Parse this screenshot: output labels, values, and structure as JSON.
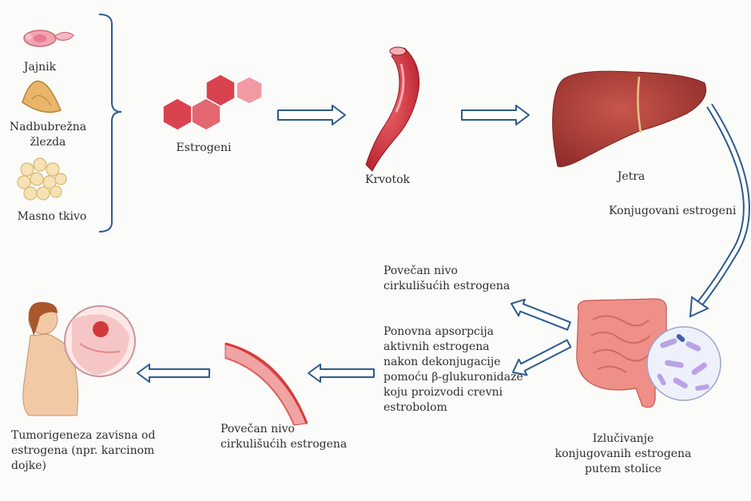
{
  "sources": {
    "ovary": "Jajnik",
    "adrenal": "Nadbubrežna\nžlezda",
    "adipose": "Masno tkivo"
  },
  "estrogen_label": "Estrogeni",
  "blood_label": "Krvotok",
  "liver_label": "Jetra",
  "conjugated_label": "Konjugovani estrogeni",
  "gut_label": "Izlučivanje\nkonjugovanih estrogena\nputem stolice",
  "increased_upper": "Povečan nivo\ncirkulišućih estrogena",
  "reabsorption": "Ponovna apsorpcija\naktivnih estrogena\nnakon dekonjugacije\npomoću β-glukuronidaze\nkoju proizvodi crevni\nestrobolom",
  "increased_lower": "Povečan nivo\ncirkulišućih estrogena",
  "tumor_label": "Tumorigeneza zavisna od\nestrogena (npr. karcinom\ndojke)",
  "colors": {
    "arrow_stroke": "#2c5b8c",
    "arrow_fill": "#ffffff",
    "hexagon": "#d8434f",
    "liver": "#b5403a",
    "blood": "#cf2f3a",
    "intestine": "#ee8f88",
    "skin": "#f1c9a5"
  }
}
